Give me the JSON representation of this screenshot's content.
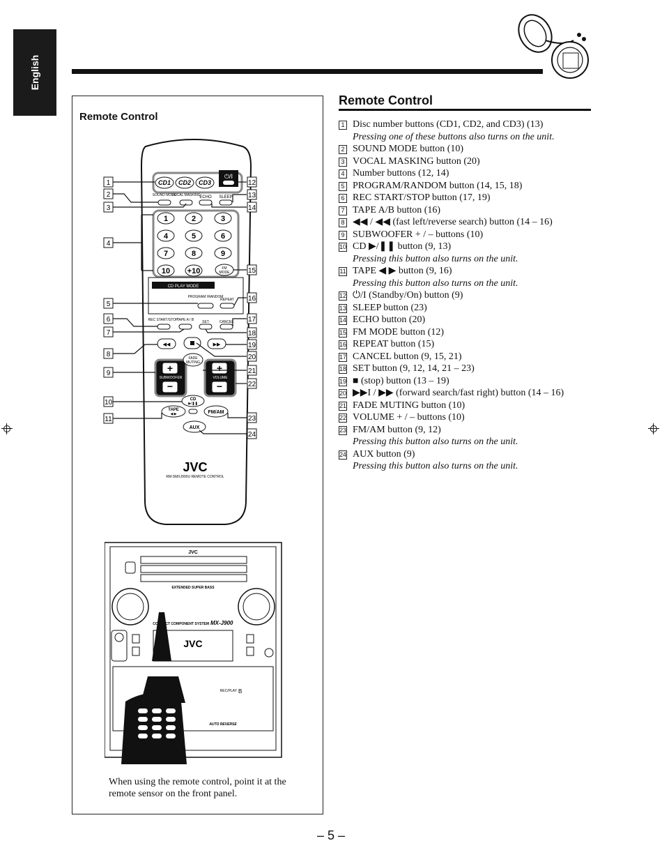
{
  "sidebar": {
    "language": "English"
  },
  "left_panel": {
    "title": "Remote Control",
    "caption": "When using the remote control, point it at the remote sensor on the front panel."
  },
  "remote": {
    "callouts": [
      "1",
      "2",
      "3",
      "4",
      "5",
      "6",
      "7",
      "8",
      "9",
      "10",
      "11",
      "12",
      "13",
      "14",
      "15",
      "16",
      "17",
      "18",
      "19",
      "20",
      "21",
      "22",
      "23",
      "24"
    ],
    "labels": {
      "cd1": "CD1",
      "cd2": "CD2",
      "cd3": "CD3",
      "standby": "⏻/I",
      "sound_mode": "SOUND MODE",
      "vocal_masking": "VOCAL MASKING",
      "echo": "ECHO",
      "sleep": "SLEEP",
      "numbers": [
        "1",
        "2",
        "3",
        "4",
        "5",
        "6",
        "7",
        "8",
        "9",
        "10",
        "+10"
      ],
      "fm_mode": "FM MODE",
      "cd_play_mode": "CD PLAY MODE",
      "program_random": "PROGRAM /RANDOM",
      "repeat": "REPEAT",
      "rec_start_stop": "REC START/STOP",
      "tape_ab": "TAPE A / B",
      "set": "SET",
      "cancel": "CANCEL",
      "fade_muting": "FADE MUTING",
      "subwoofer": "SUBWOOFER",
      "volume": "VOLUME",
      "cd_play": "CD",
      "tape": "TAPE",
      "fm_am": "FM/AM",
      "aux": "AUX",
      "brand": "JVC",
      "model": "RM-SMXJ900U  REMOTE CONTROL"
    }
  },
  "unit": {
    "brand": "JVC",
    "model": "MX-J900",
    "system": "COMPACT COMPONENT SYSTEM",
    "bass": "EXTENDED SUPER BASS",
    "auto_reverse": "AUTO REVERSE",
    "rec_play": "REC/PLAY",
    "deck": "B"
  },
  "right_panel": {
    "title": "Remote Control",
    "items": [
      {
        "num": "1",
        "text": "Disc number buttons (CD1, CD2, and CD3) (13)",
        "note": "Pressing one of these buttons also turns on the unit."
      },
      {
        "num": "2",
        "text": "SOUND MODE button (10)"
      },
      {
        "num": "3",
        "text": "VOCAL MASKING button (20)"
      },
      {
        "num": "4",
        "text": "Number buttons (12, 14)"
      },
      {
        "num": "5",
        "text": "PROGRAM/RANDOM button (14, 15, 18)"
      },
      {
        "num": "6",
        "text": "REC START/STOP button (17, 19)"
      },
      {
        "num": "7",
        "text": "TAPE A/B button (16)"
      },
      {
        "num": "8",
        "text": "◀◀ / ◀◀ (fast left/reverse search) button (14 – 16)"
      },
      {
        "num": "9",
        "text": "SUBWOOFER + / – buttons (10)"
      },
      {
        "num": "10",
        "text": "CD ▶/❚❚ button (9, 13)",
        "note": "Pressing this button also turns on the unit."
      },
      {
        "num": "11",
        "text": "TAPE ◀ ▶ button (9, 16)",
        "note": "Pressing this button also turns on the unit."
      },
      {
        "num": "12",
        "text": "⏻/I (Standby/On) button (9)"
      },
      {
        "num": "13",
        "text": "SLEEP button (23)"
      },
      {
        "num": "14",
        "text": "ECHO button (20)"
      },
      {
        "num": "15",
        "text": "FM MODE button (12)"
      },
      {
        "num": "16",
        "text": "REPEAT button (15)"
      },
      {
        "num": "17",
        "text": "CANCEL button (9, 15, 21)"
      },
      {
        "num": "18",
        "text": "SET button (9, 12, 14, 21 – 23)"
      },
      {
        "num": "19",
        "text": "■ (stop) button (13 – 19)"
      },
      {
        "num": "20",
        "text": "▶▶I / ▶▶ (forward search/fast right) button (14 – 16)"
      },
      {
        "num": "21",
        "text": "FADE MUTING button (10)"
      },
      {
        "num": "22",
        "text": "VOLUME + / – buttons (10)"
      },
      {
        "num": "23",
        "text": "FM/AM button (9, 12)",
        "note": "Pressing this button also turns on the unit."
      },
      {
        "num": "24",
        "text": "AUX button (9)",
        "note": "Pressing this button also turns on the unit."
      }
    ]
  },
  "footer": {
    "page": "– 5 –"
  }
}
